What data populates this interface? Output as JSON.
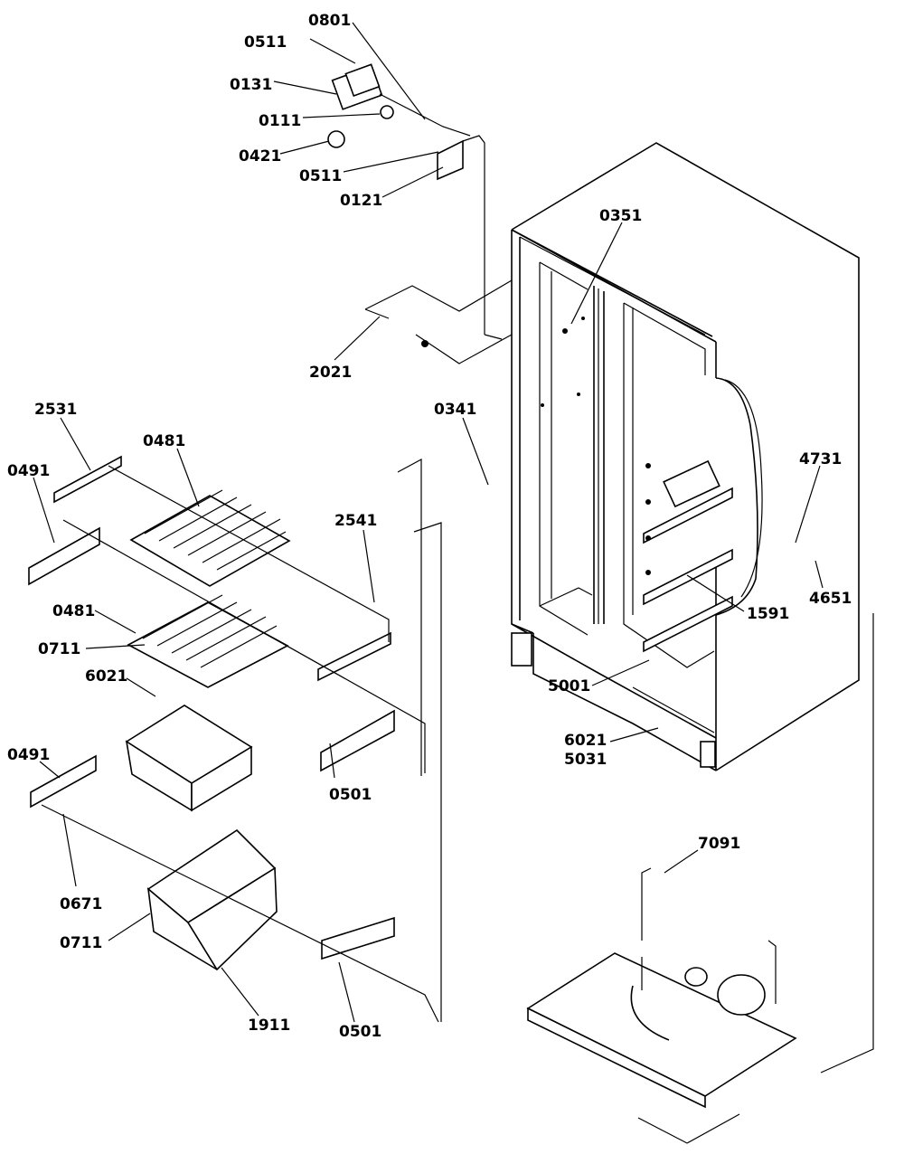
{
  "diagram": {
    "callouts": [
      {
        "key": "c0801",
        "text": "0801"
      },
      {
        "key": "c0511a",
        "text": "0511"
      },
      {
        "key": "c0131",
        "text": "0131"
      },
      {
        "key": "c0111",
        "text": "0111"
      },
      {
        "key": "c0421",
        "text": "0421"
      },
      {
        "key": "c0511b",
        "text": "0511"
      },
      {
        "key": "c0121",
        "text": "0121"
      },
      {
        "key": "c0351",
        "text": "0351"
      },
      {
        "key": "c2021",
        "text": "2021"
      },
      {
        "key": "c2531",
        "text": "2531"
      },
      {
        "key": "c0481a",
        "text": "0481"
      },
      {
        "key": "c0491a",
        "text": "0491"
      },
      {
        "key": "c0341",
        "text": "0341"
      },
      {
        "key": "c2541",
        "text": "2541"
      },
      {
        "key": "c4731",
        "text": "4731"
      },
      {
        "key": "c0481b",
        "text": "0481"
      },
      {
        "key": "c0711a",
        "text": "0711"
      },
      {
        "key": "c1591",
        "text": "1591"
      },
      {
        "key": "c4651",
        "text": "4651"
      },
      {
        "key": "c6021a",
        "text": "6021"
      },
      {
        "key": "c0491b",
        "text": "0491"
      },
      {
        "key": "c5001",
        "text": "5001"
      },
      {
        "key": "c6021b",
        "text": "6021"
      },
      {
        "key": "c5031",
        "text": "5031"
      },
      {
        "key": "c0501a",
        "text": "0501"
      },
      {
        "key": "c7091",
        "text": "7091"
      },
      {
        "key": "c0671",
        "text": "0671"
      },
      {
        "key": "c0711b",
        "text": "0711"
      },
      {
        "key": "c1911",
        "text": "1911"
      },
      {
        "key": "c0501b",
        "text": "0501"
      }
    ]
  }
}
